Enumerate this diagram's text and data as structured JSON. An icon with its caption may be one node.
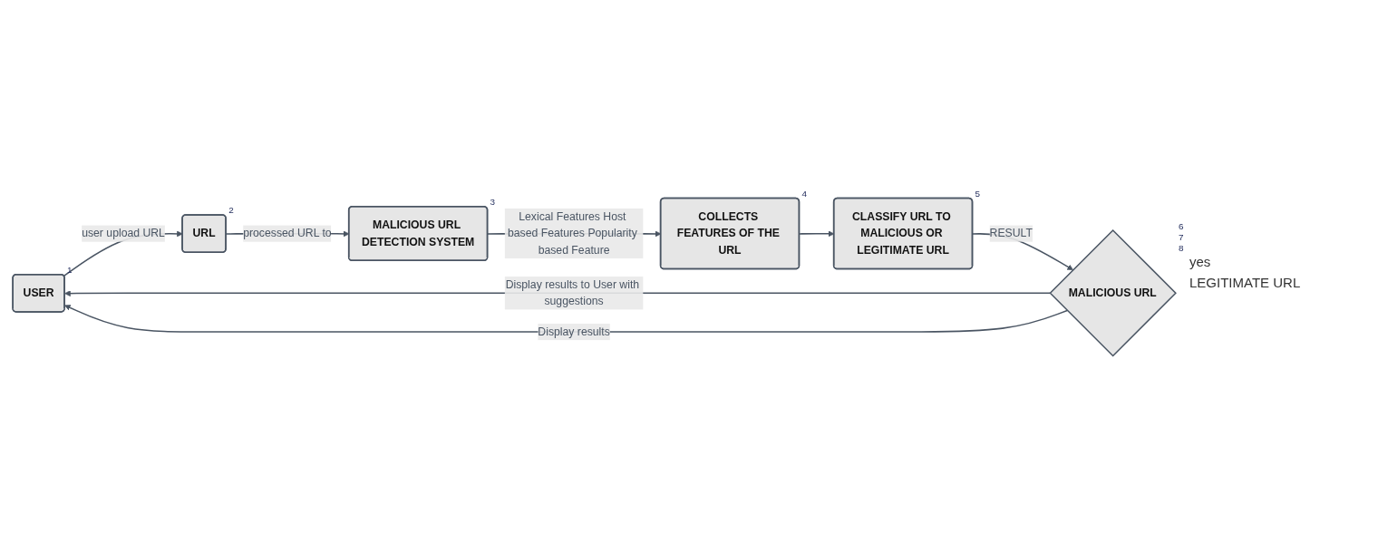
{
  "diagram": {
    "nodes": [
      {
        "text": [
          "USER"
        ],
        "beside": [
          "1"
        ]
      },
      {
        "text": [
          "URL"
        ],
        "beside": [
          "2"
        ]
      },
      {
        "text": [
          "MALICIOUS URL DETECTION SYSTEM"
        ],
        "beside": [
          "3"
        ]
      },
      {
        "text": [
          "COLLECTS FEATURES OF THE URL"
        ],
        "beside": [
          "4"
        ]
      },
      {
        "text": [
          "CLASSIFY URL TO MALICIOUS OR LEGITIMATE URL"
        ],
        "beside": [
          "5"
        ]
      },
      {
        "text": [
          "MALICIOUS URL"
        ],
        "beside": [
          "6",
          "7",
          "8"
        ]
      }
    ],
    "edges": [
      {
        "from": 0,
        "to": 1,
        "arrow": "to",
        "label": "user upload URL"
      },
      {
        "from": 1,
        "to": 2,
        "arrow": "to",
        "label": "processed URL to"
      },
      {
        "from": 2,
        "to": 3,
        "arrow": "to",
        "label": "Lexical Features Host based Features Popularity based Feature"
      },
      {
        "from": 3,
        "to": 4,
        "arrow": "to"
      },
      {
        "from": 4,
        "to": 5,
        "arrow": "to",
        "label": "RESULT"
      },
      {
        "from": 5,
        "to": 0,
        "arrow": "to",
        "label": "Display results to User with suggestions"
      },
      {
        "from": 5,
        "to": 0,
        "arrow": "to",
        "label": "Display results"
      }
    ],
    "labels": [
      "yes",
      "LEGITIMATE URL"
    ]
  }
}
